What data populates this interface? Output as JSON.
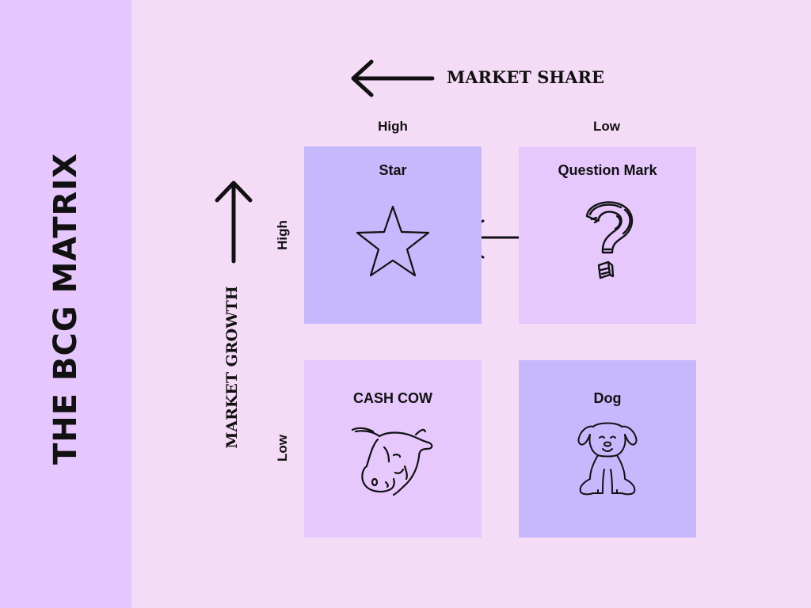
{
  "title": "THE BCG MATRIX",
  "axes": {
    "x_title": "MARKET SHARE",
    "y_title": "MARKET GROWTH",
    "x_ticks": [
      "High",
      "Low"
    ],
    "y_ticks": [
      "High",
      "Low"
    ]
  },
  "quadrants": [
    {
      "label": "Star",
      "icon": "star-icon",
      "share": "High",
      "growth": "High",
      "color": "#c7b8fd"
    },
    {
      "label": "Question Mark",
      "icon": "question-mark-icon",
      "share": "Low",
      "growth": "High",
      "color": "#e6c8fd"
    },
    {
      "label": "CASH COW",
      "icon": "cow-head-icon",
      "share": "High",
      "growth": "Low",
      "color": "#e6c8fd"
    },
    {
      "label": "Dog",
      "icon": "dog-icon",
      "share": "Low",
      "growth": "Low",
      "color": "#c7b8fd"
    }
  ],
  "transitions": [
    {
      "from": "Question Mark",
      "to": "Star"
    }
  ],
  "colors": {
    "page_background": "#f5dcf6",
    "side_band": "#e5c7fd",
    "dark_quadrant": "#c7b8fd",
    "light_quadrant": "#e6c8fd",
    "ink": "#111111"
  }
}
